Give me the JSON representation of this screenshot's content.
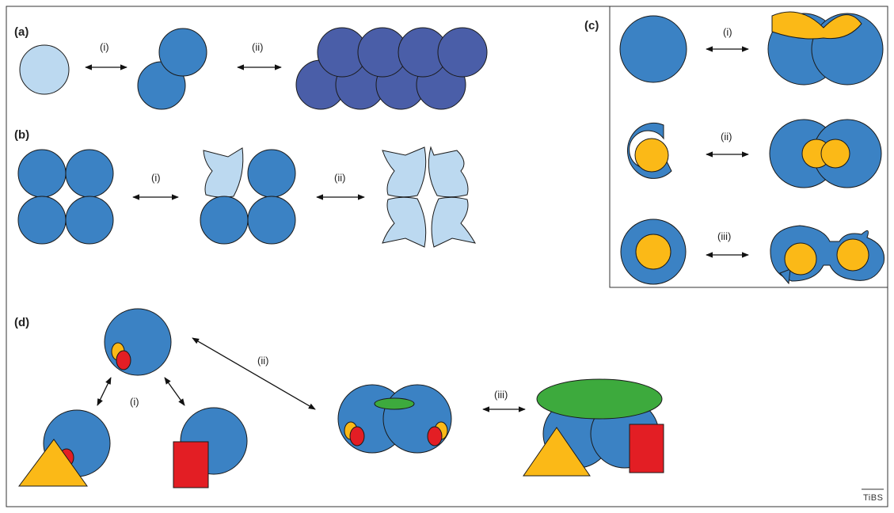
{
  "panels": {
    "a": {
      "label": "(a)",
      "arrows": [
        "(i)",
        "(ii)"
      ]
    },
    "b": {
      "label": "(b)",
      "arrows": [
        "(i)",
        "(ii)"
      ]
    },
    "c": {
      "label": "(c)",
      "arrows": [
        "(i)",
        "(ii)",
        "(iii)"
      ]
    },
    "d": {
      "label": "(d)",
      "arrows": [
        "(i)",
        "(ii)",
        "(iii)"
      ]
    }
  },
  "logo": "TiBS",
  "colors": {
    "protein_blue": "#3b82c4",
    "pale_blue": "#bcd9f0",
    "dark_blue": "#4a5ea8",
    "ligand_yellow": "#fbb917",
    "ligand_red": "#e31e24",
    "ligand_green": "#3daa3d"
  }
}
